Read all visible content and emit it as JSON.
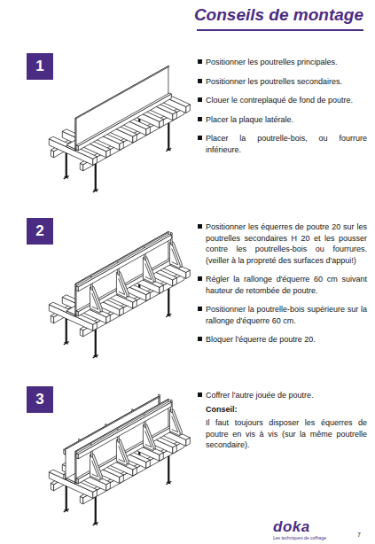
{
  "diagram": {
    "title": "Conseils de montage",
    "nodes": [
      {
        "text": [
          "1"
        ]
      },
      {
        "text": [
          "2"
        ]
      },
      {
        "text": [
          "3"
        ]
      }
    ],
    "labels": [
      "Positionner les poutrelles principales.",
      "Positionner les poutrelles secondaires.",
      "Clouer le contreplaqué de fond de poutre.",
      "Placer la plaque latérale.",
      "Placer la poutrelle-bois, ou fourrure inférieure.",
      "Positionner les équerres de poutre 20 sur les poutrelles secondaires H 20 et les pousser contre les poutrelles-bois ou fourrures. (veiller à la propreté des surfaces d'appui!)",
      "Régler la rallonge d'équerre 60 cm suivant hauteur de retombée de poutre.",
      "Positionner la poutrelle-bois supérieure sur la rallonge d'équerre 60 cm.",
      "Bloquer l'équerre de poutre 20.",
      "Coffrer l'autre jouée de poutre.",
      "Conseil:",
      "Il faut toujours disposer les équerres de poutre en vis à vis (sur la même poutrelle secondaire).",
      "doka",
      "Les techniques de coffrage",
      "7"
    ]
  }
}
